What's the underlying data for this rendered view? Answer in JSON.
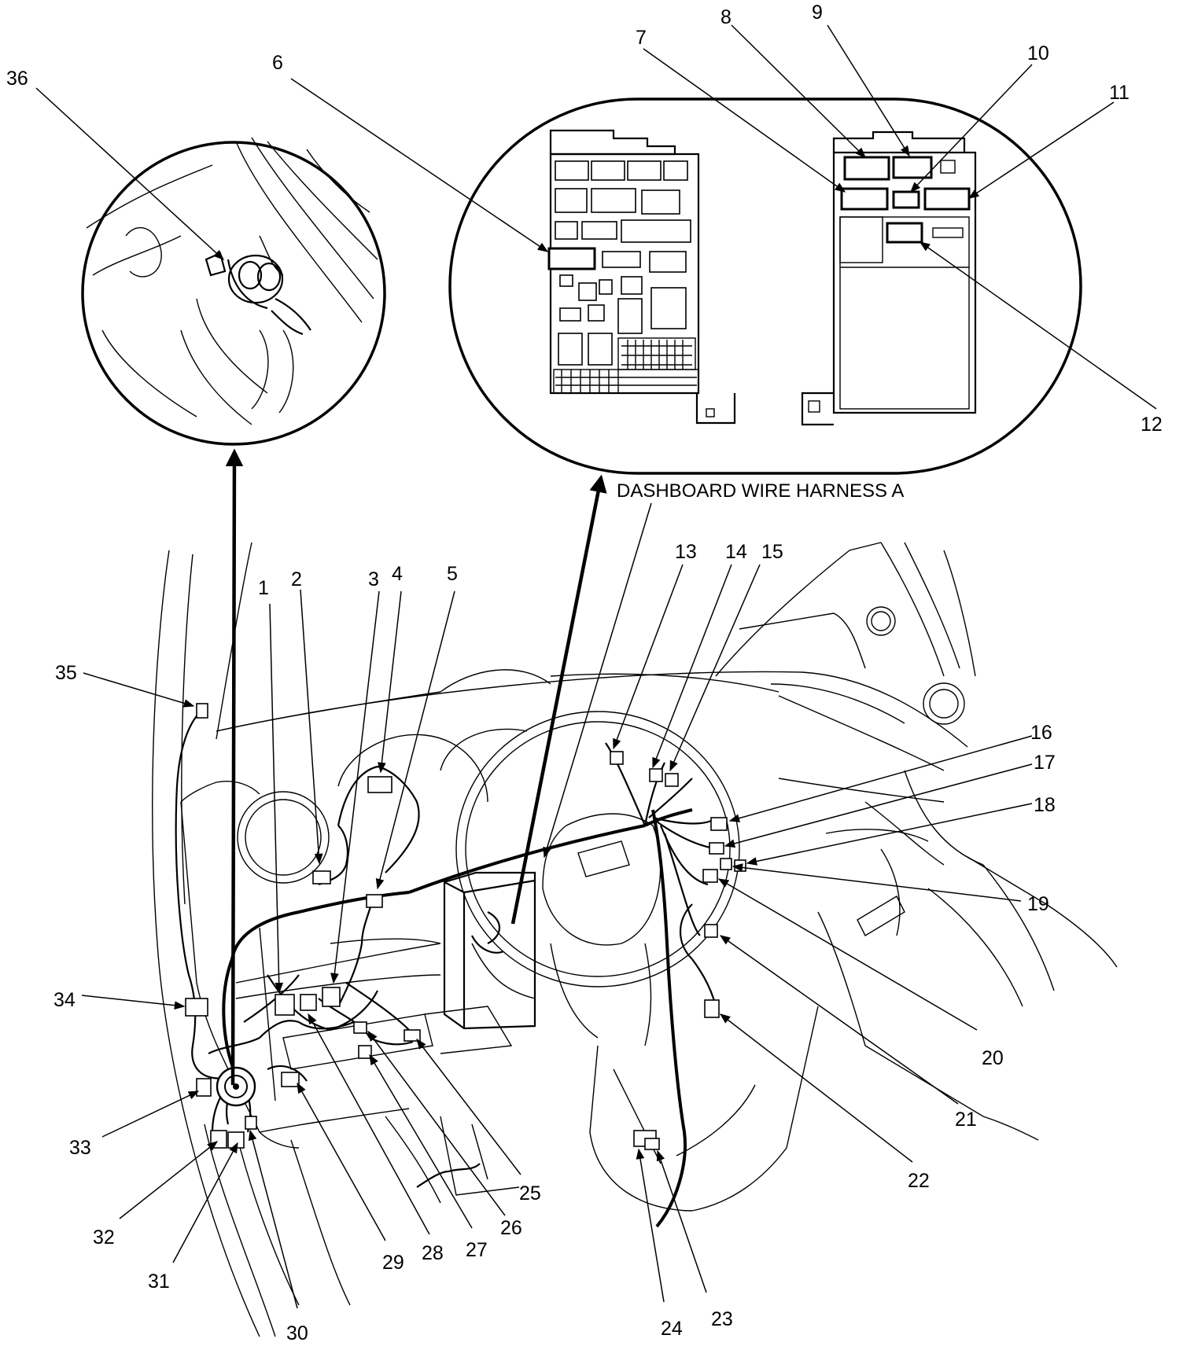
{
  "caption": "DASHBOARD WIRE HARNESS A",
  "callouts": [
    "1",
    "2",
    "3",
    "4",
    "5",
    "6",
    "7",
    "8",
    "9",
    "10",
    "11",
    "12",
    "13",
    "14",
    "15",
    "16",
    "17",
    "18",
    "19",
    "20",
    "21",
    "22",
    "23",
    "24",
    "25",
    "26",
    "27",
    "28",
    "29",
    "30",
    "31",
    "32",
    "33",
    "34",
    "35",
    "36"
  ]
}
